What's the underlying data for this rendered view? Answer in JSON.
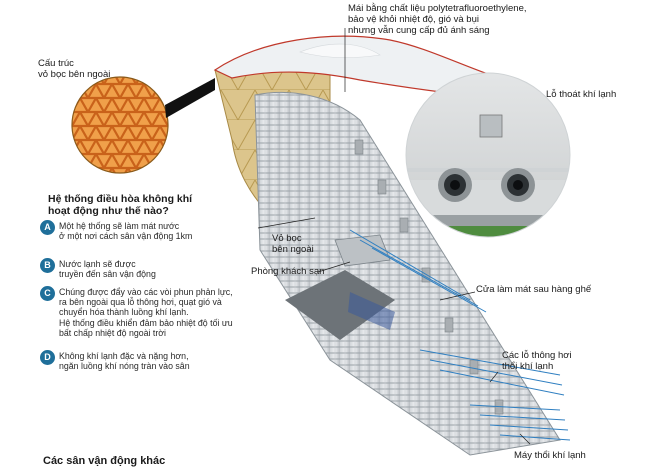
{
  "labels": {
    "roof_note": "Mái bằng chất liệu polytetrafluoroethylene,\nbảo vệ khỏi nhiệt độ, gió và bụi\nnhưng vẫn cung cấp đủ ánh sáng",
    "outer_structure": "Cấu trúc\nvỏ bọc bên ngoài",
    "cold_air_exit": "Lỗ thoát khí lạnh",
    "outer_shell": "Vỏ bọc\nbên ngoài",
    "hotel_room": "Phòng khách sạn",
    "rear_cooling_vents": "Cửa làm mát sau hàng ghế",
    "blow_vents": "Các lỗ thông hơi\nthổi khí lạnh",
    "blower": "Máy thổi khí lạnh"
  },
  "question": "Hệ thống điều hòa không khí\nhoạt động như thế nào?",
  "steps": [
    {
      "badge": "A",
      "text": "Một hệ thống sẽ làm mát nước\nở một nơi cách sân vận động 1km"
    },
    {
      "badge": "B",
      "text": "Nước lạnh sẽ được\ntruyền đến sân vận động"
    },
    {
      "badge": "C",
      "text": "Chúng được đẩy vào các vòi phun phản lực,\nra bên ngoài qua lỗ thông hơi, quạt gió và\nchuyển hóa thành luồng khí lạnh.\nHệ thống điều khiển đảm bảo nhiệt độ tối ưu\nbất chấp nhiệt độ ngoài trời"
    },
    {
      "badge": "D",
      "text": "Không khí lạnh đặc và nặng hơn,\nngăn luồng khí nóng tràn vào sân"
    }
  ],
  "footer": "Các sân vận động khác",
  "colors": {
    "badge": "#1f6f9a",
    "lattice": "#e8821f",
    "shell": "#d9c48a",
    "roof_edge": "#c0392b",
    "airflow": "#2f7fc1"
  }
}
